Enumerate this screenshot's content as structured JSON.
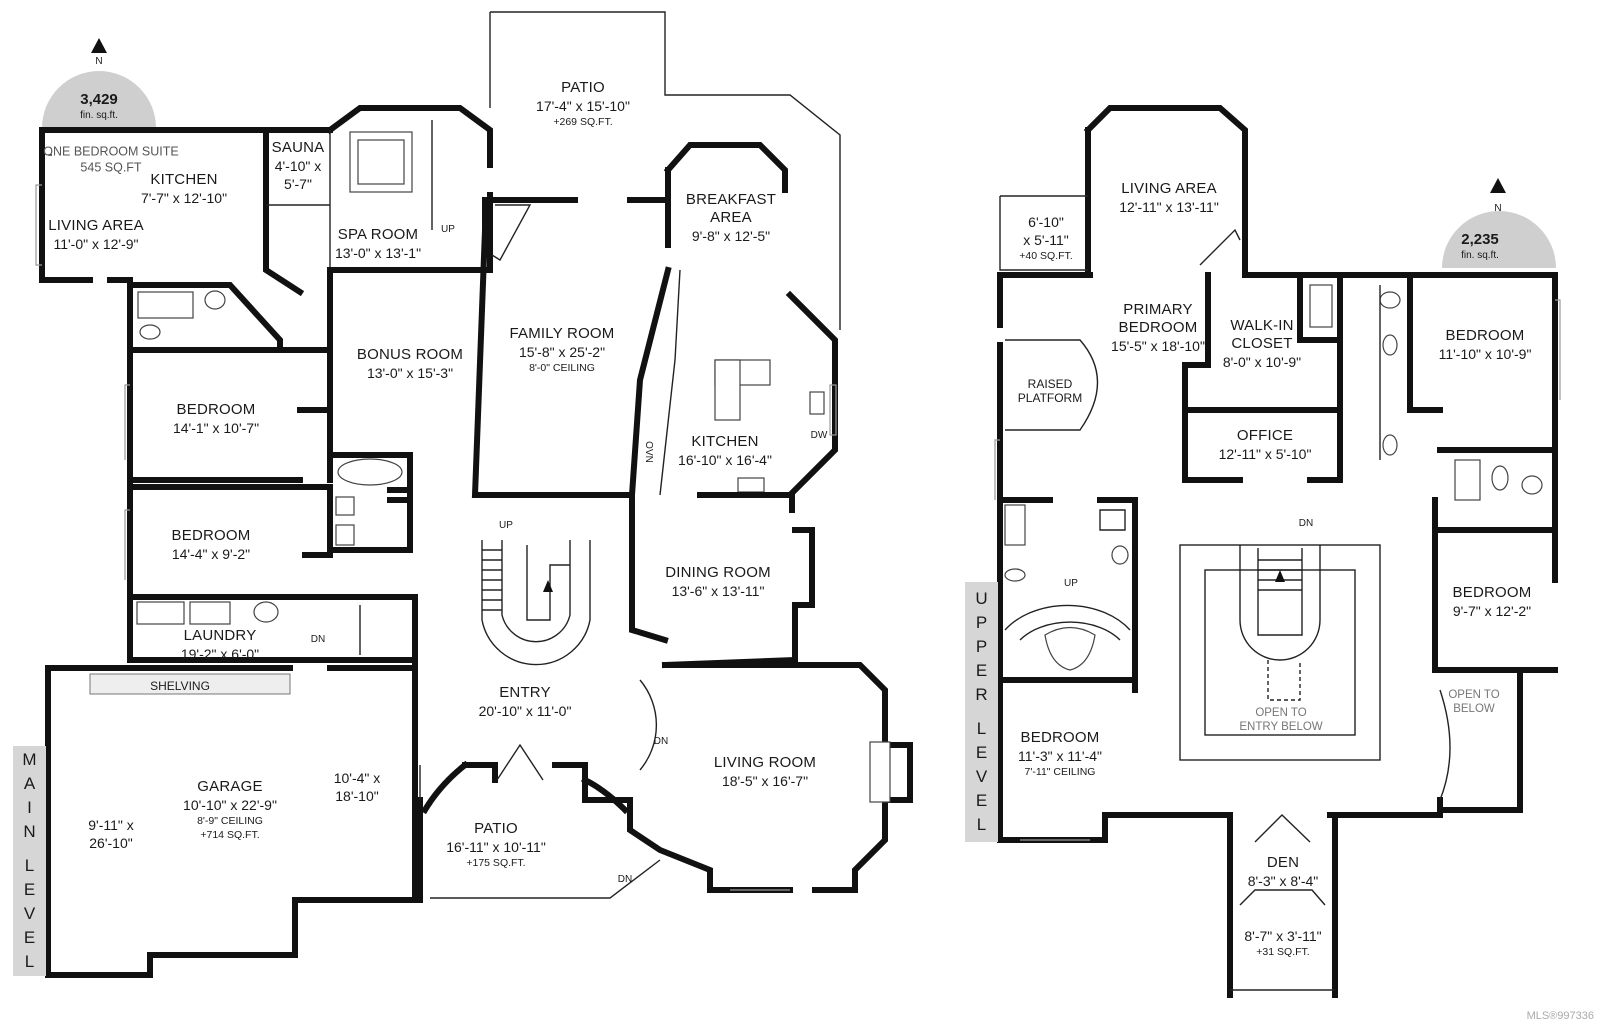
{
  "main_level": {
    "level_label": [
      "M",
      "A",
      "I",
      "N",
      "L",
      "E",
      "V",
      "E",
      "L"
    ],
    "compass": {
      "north": "N",
      "area": "3,429",
      "unit": "fin. sq.ft."
    },
    "suite_label": "ONE BEDROOM SUITE",
    "suite_area": "545 SQ.FT",
    "rooms": [
      {
        "id": "kitchen-suite",
        "name": "KITCHEN",
        "dims": "7'-7\" x 12'-10\""
      },
      {
        "id": "living-suite",
        "name": "LIVING AREA",
        "dims": "11'-0\" x 12'-9\""
      },
      {
        "id": "sauna",
        "name": "SAUNA",
        "dims": "4'-10\" x",
        "dims2": "5'-7\""
      },
      {
        "id": "spa",
        "name": "SPA ROOM",
        "dims": "13'-0\" x 13'-1\""
      },
      {
        "id": "patio-top",
        "name": "PATIO",
        "dims": "17'-4\" x 15'-10\"",
        "extra": "+269 SQ.FT."
      },
      {
        "id": "breakfast",
        "name": "BREAKFAST",
        "name2": "AREA",
        "dims": "9'-8\" x 12'-5\""
      },
      {
        "id": "family",
        "name": "FAMILY ROOM",
        "dims": "15'-8\" x 25'-2\"",
        "extra": "8'-0\" CEILING"
      },
      {
        "id": "bonus",
        "name": "BONUS ROOM",
        "dims": "13'-0\" x 15'-3\""
      },
      {
        "id": "bed1",
        "name": "BEDROOM",
        "dims": "14'-1\" x 10'-7\""
      },
      {
        "id": "kitchen-main",
        "name": "KITCHEN",
        "dims": "16'-10\" x 16'-4\""
      },
      {
        "id": "bed2",
        "name": "BEDROOM",
        "dims": "14'-4\" x 9'-2\""
      },
      {
        "id": "dining",
        "name": "DINING ROOM",
        "dims": "13'-6\" x 13'-11\""
      },
      {
        "id": "laundry",
        "name": "LAUNDRY",
        "dims": "19'-2\" x 6'-0\""
      },
      {
        "id": "entry",
        "name": "ENTRY",
        "dims": "20'-10\" x 11'-0\""
      },
      {
        "id": "living-room",
        "name": "LIVING ROOM",
        "dims": "18'-5\" x 16'-7\""
      },
      {
        "id": "garage",
        "name": "GARAGE",
        "dims": "10'-10\" x 22'-9\"",
        "extra": "8'-9\" CEILING",
        "extra2": "+714 SQ.FT."
      },
      {
        "id": "patio-bottom",
        "name": "PATIO",
        "dims": "16'-11\" x 10'-11\"",
        "extra": "+175 SQ.FT."
      }
    ],
    "garage_left": {
      "l1": "9'-11\" x",
      "l2": "26'-10\""
    },
    "garage_right": {
      "l1": "10'-4\" x",
      "l2": "18'-10\""
    },
    "marks": {
      "shelving": "SHELVING",
      "up1": "UP",
      "up2": "UP",
      "dn1": "DN",
      "dn2": "DN",
      "dn3": "DN",
      "ovn": "OVN",
      "dw": "DW"
    }
  },
  "upper_level": {
    "level_label": [
      "U",
      "P",
      "P",
      "E",
      "R",
      "L",
      "E",
      "V",
      "E",
      "L"
    ],
    "compass": {
      "north": "N",
      "area": "2,235",
      "unit": "fin. sq.ft."
    },
    "rooms": [
      {
        "id": "balcony",
        "name": "6'-10\"",
        "dims": "x 5'-11\"",
        "extra": "+40 SQ.FT."
      },
      {
        "id": "living-area",
        "name": "LIVING AREA",
        "dims": "12'-11\" x 13'-11\""
      },
      {
        "id": "primary",
        "name": "PRIMARY",
        "name2": "BEDROOM",
        "dims": "15'-5\" x 18'-10\""
      },
      {
        "id": "walkin",
        "name": "WALK-IN",
        "name2": "CLOSET",
        "dims": "8'-0\" x 10'-9\""
      },
      {
        "id": "bed-ne",
        "name": "BEDROOM",
        "dims": "11'-10\" x 10'-9\""
      },
      {
        "id": "raised",
        "name": "RAISED",
        "name2": "PLATFORM"
      },
      {
        "id": "office",
        "name": "OFFICE",
        "dims": "12'-11\" x 5'-10\""
      },
      {
        "id": "bed-e",
        "name": "BEDROOM",
        "dims": "9'-7\" x 12'-2\""
      },
      {
        "id": "bed-sw",
        "name": "BEDROOM",
        "dims": "11'-3\" x 11'-4\"",
        "extra": "7'-11\" CEILING"
      },
      {
        "id": "den",
        "name": "DEN",
        "dims": "8'-3\" x 8'-4\""
      },
      {
        "id": "den-bay",
        "name": "8'-7\" x 3'-11\"",
        "dims": "+31 SQ.FT."
      }
    ],
    "open_entry": {
      "l1": "OPEN TO",
      "l2": "ENTRY BELOW"
    },
    "open_below": {
      "l1": "OPEN TO",
      "l2": "BELOW"
    },
    "marks": {
      "dn": "DN",
      "up": "UP"
    }
  },
  "watermark": "MLS®997336"
}
